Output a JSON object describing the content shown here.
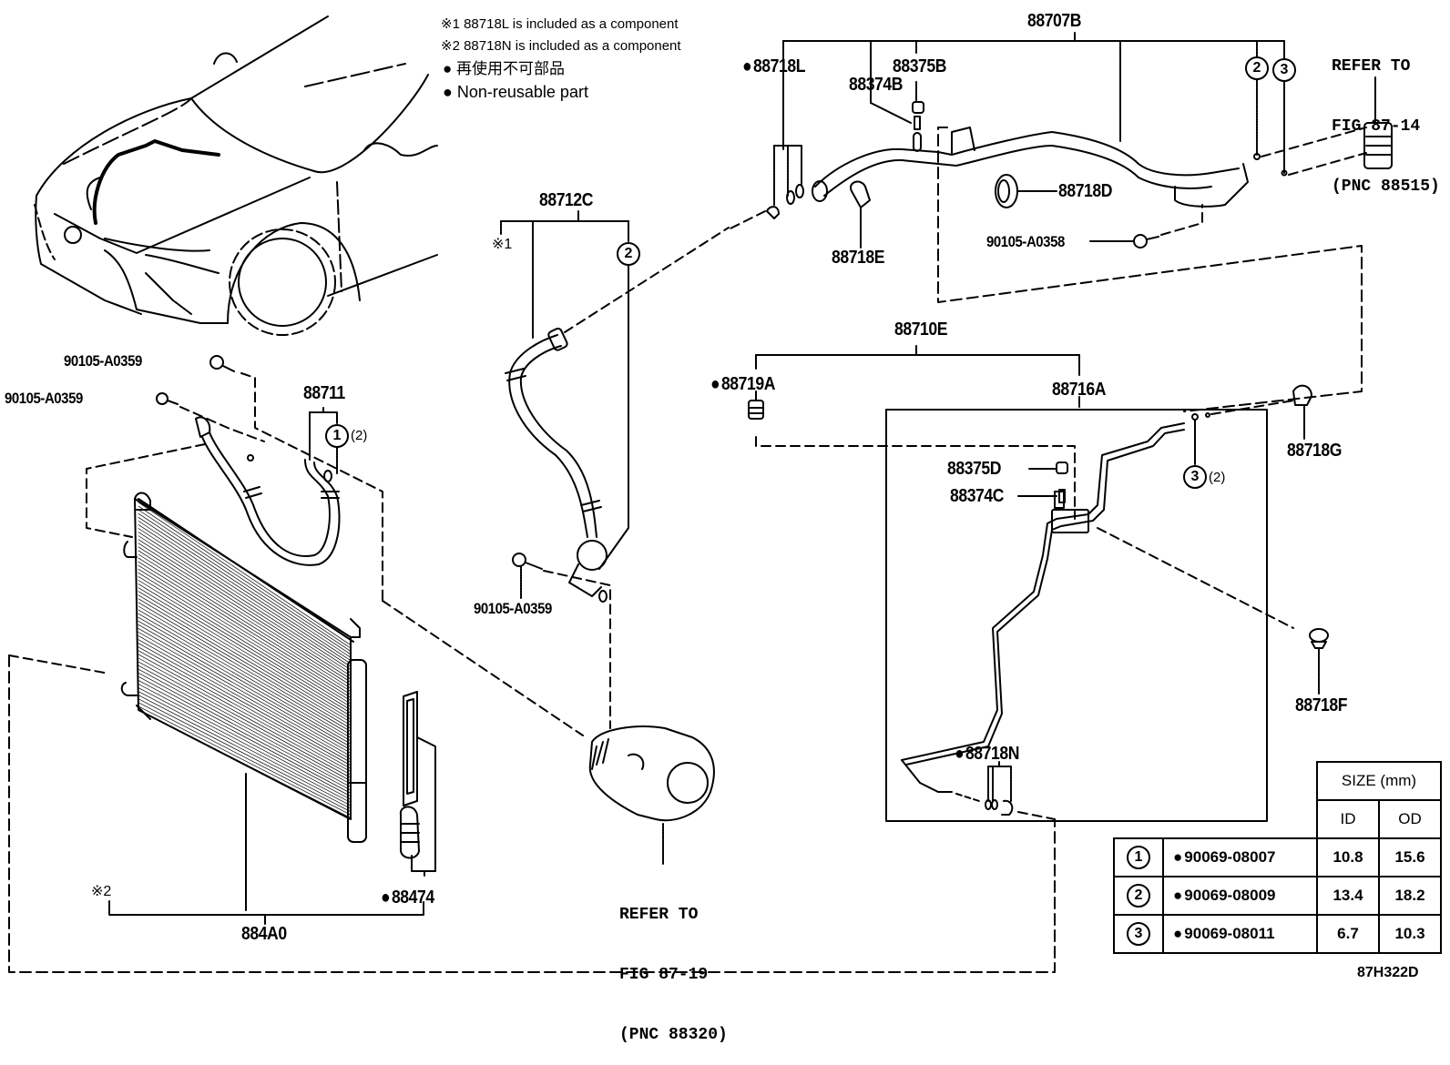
{
  "figure_id": "87H322D",
  "notes": {
    "note1": "※1 88718L is included as a component",
    "note2": "※2 88718N is included as a component",
    "legend_jp": "● 再使用不可部品",
    "legend_en": "● Non-reusable part"
  },
  "parts": {
    "p88707B": "88707B",
    "p88718L": "88718L",
    "p88375B": "88375B",
    "p88374B": "88374B",
    "p88718D": "88718D",
    "p88718E": "88718E",
    "p90105_A0358": "90105-A0358",
    "p88712C": "88712C",
    "p88711": "88711",
    "p90105_A0359_a": "90105-A0359",
    "p90105_A0359_b": "90105-A0359",
    "p90105_A0359_c": "90105-A0359",
    "p88710E": "88710E",
    "p88719A": "88719A",
    "p88716A": "88716A",
    "p88375D": "88375D",
    "p88374C": "88374C",
    "p88718G": "88718G",
    "p88718F": "88718F",
    "p88718N": "88718N",
    "p88474": "88474",
    "p884A0": "884A0"
  },
  "markers": {
    "note1_ref": "※1",
    "note2_ref": "※2",
    "c1": "1",
    "c2": "2",
    "c3": "3",
    "qty_2": "(2)"
  },
  "refs": {
    "ref_top": [
      "REFER TO",
      "FIG 87-14",
      "(PNC 88515)"
    ],
    "ref_bottom": [
      "REFER TO",
      "FIG 87-19",
      "(PNC 88320)"
    ]
  },
  "size_table": {
    "header": "SIZE (mm)",
    "col_id": "ID",
    "col_od": "OD",
    "rows": [
      {
        "ref": "1",
        "part": "90069-08007",
        "id": "10.8",
        "od": "15.6"
      },
      {
        "ref": "2",
        "part": "90069-08009",
        "id": "13.4",
        "od": "18.2"
      },
      {
        "ref": "3",
        "part": "90069-08011",
        "id": "6.7",
        "od": "10.3"
      }
    ]
  }
}
